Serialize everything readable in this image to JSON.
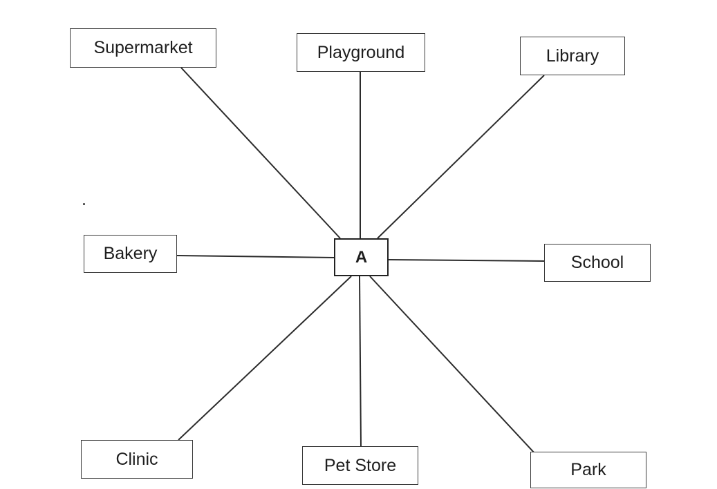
{
  "diagram": {
    "center": {
      "label": "A"
    },
    "nodes": {
      "supermarket": {
        "label": "Supermarket"
      },
      "playground": {
        "label": "Playground"
      },
      "library": {
        "label": "Library"
      },
      "bakery": {
        "label": "Bakery"
      },
      "school": {
        "label": "School"
      },
      "clinic": {
        "label": "Clinic"
      },
      "pet_store": {
        "label": "Pet Store"
      },
      "park": {
        "label": "Park"
      }
    }
  }
}
